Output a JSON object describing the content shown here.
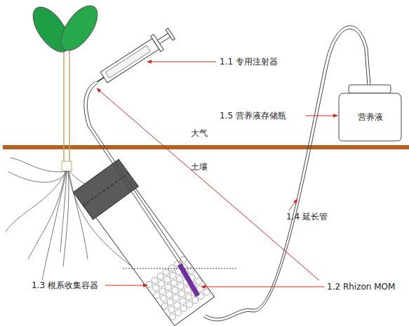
{
  "diagram": {
    "nodes": [
      {
        "text": [
          "营养液"
        ]
      }
    ],
    "labels": [
      "1.1 专用注射器",
      "1.5 营养液存储瓶",
      "大气",
      "土壤",
      "1.4 延长管",
      "1.3 根系收集容器",
      "1.2 Rhizon MOM"
    ]
  }
}
